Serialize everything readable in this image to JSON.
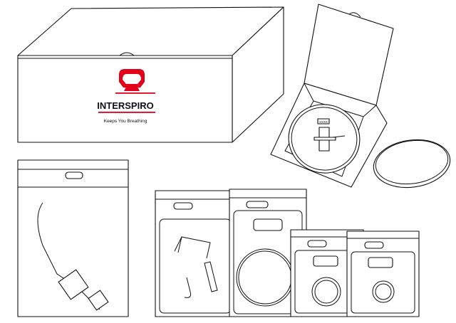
{
  "logo": {
    "brand": "INTERSPIRO",
    "tagline": "Keeps You Breathing",
    "brand_color": "#e3001b"
  },
  "label": {
    "text": "XXXX"
  }
}
